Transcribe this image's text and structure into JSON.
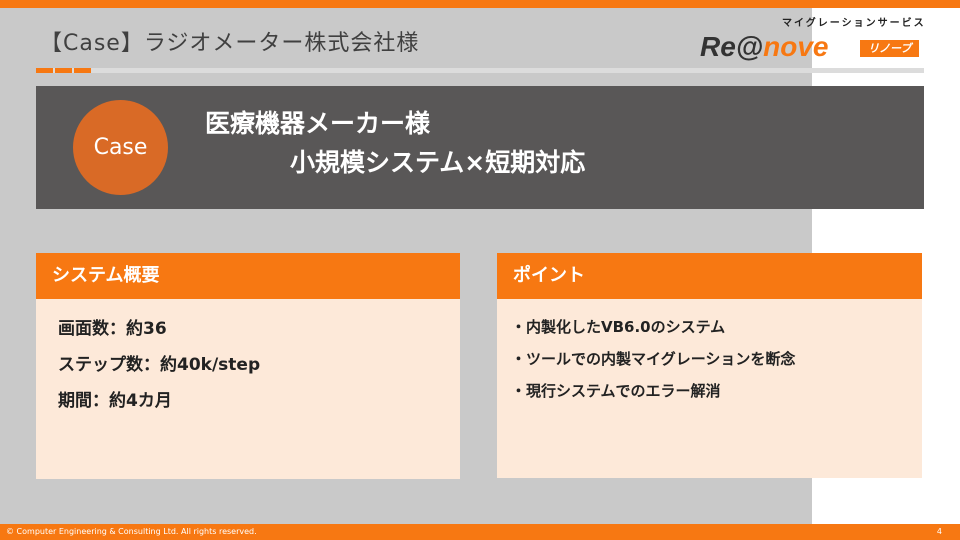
{
  "header": {
    "title": "【Case】ラジオメーター株式会社様"
  },
  "logo": {
    "subtitle": "マイグレーションサービス",
    "name_a": "Re@",
    "name_b": "nove",
    "tag": "リノーブ"
  },
  "banner": {
    "badge": "Case",
    "line1": "医療機器メーカー様",
    "line2": "小規模システム×短期対応"
  },
  "overview": {
    "title": "システム概要",
    "items": [
      "画面数：約36",
      "ステップ数：約40k/step",
      "期間：約4カ月"
    ]
  },
  "points": {
    "title": "ポイント",
    "items": [
      "・内製化したVB6.0のシステム",
      "・ツールでの内製マイグレーションを断念",
      "・現行システムでのエラー解消"
    ]
  },
  "footer": {
    "copyright": "© Computer Engineering & Consulting Ltd. All rights reserved.",
    "page": "4"
  }
}
